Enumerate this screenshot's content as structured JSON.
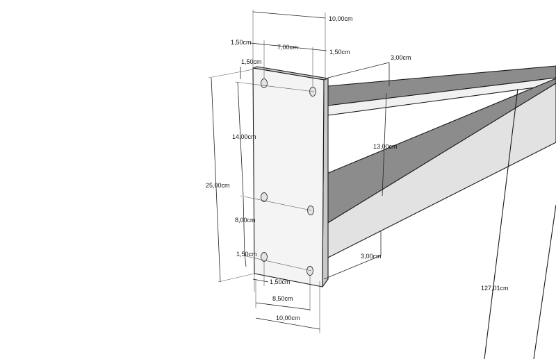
{
  "colors": {
    "background": "#ffffff",
    "plate_face": "#f4f4f4",
    "plate_side": "#c9c9c9",
    "beam_top": "#8c8c8c",
    "beam_side": "#e2e2e2",
    "beam_under": "#f1f1f1",
    "edge": "#1a1a1a"
  },
  "dimensions": {
    "top_width": "10,00cm",
    "left_margin_top": "1,50cm",
    "hole_spacing_top": "7,00cm",
    "right_margin_top": "1,50cm",
    "top_offset": "1,50cm",
    "beam_thickness_top": "3,00cm",
    "total_height": "25,00cm",
    "upper_spacing": "14,00cm",
    "beam_gap": "13,00cm",
    "lower_spacing": "8,00cm",
    "bottom_offset": "1,50cm",
    "beam_thickness_bottom": "3,00cm",
    "bottom_left_offset": "1,50cm",
    "bottom_hole_spacing": "8,50cm",
    "bottom_width": "10,00cm",
    "length": "127,01cm"
  },
  "icons": [
    "mounting-hole-icon"
  ]
}
